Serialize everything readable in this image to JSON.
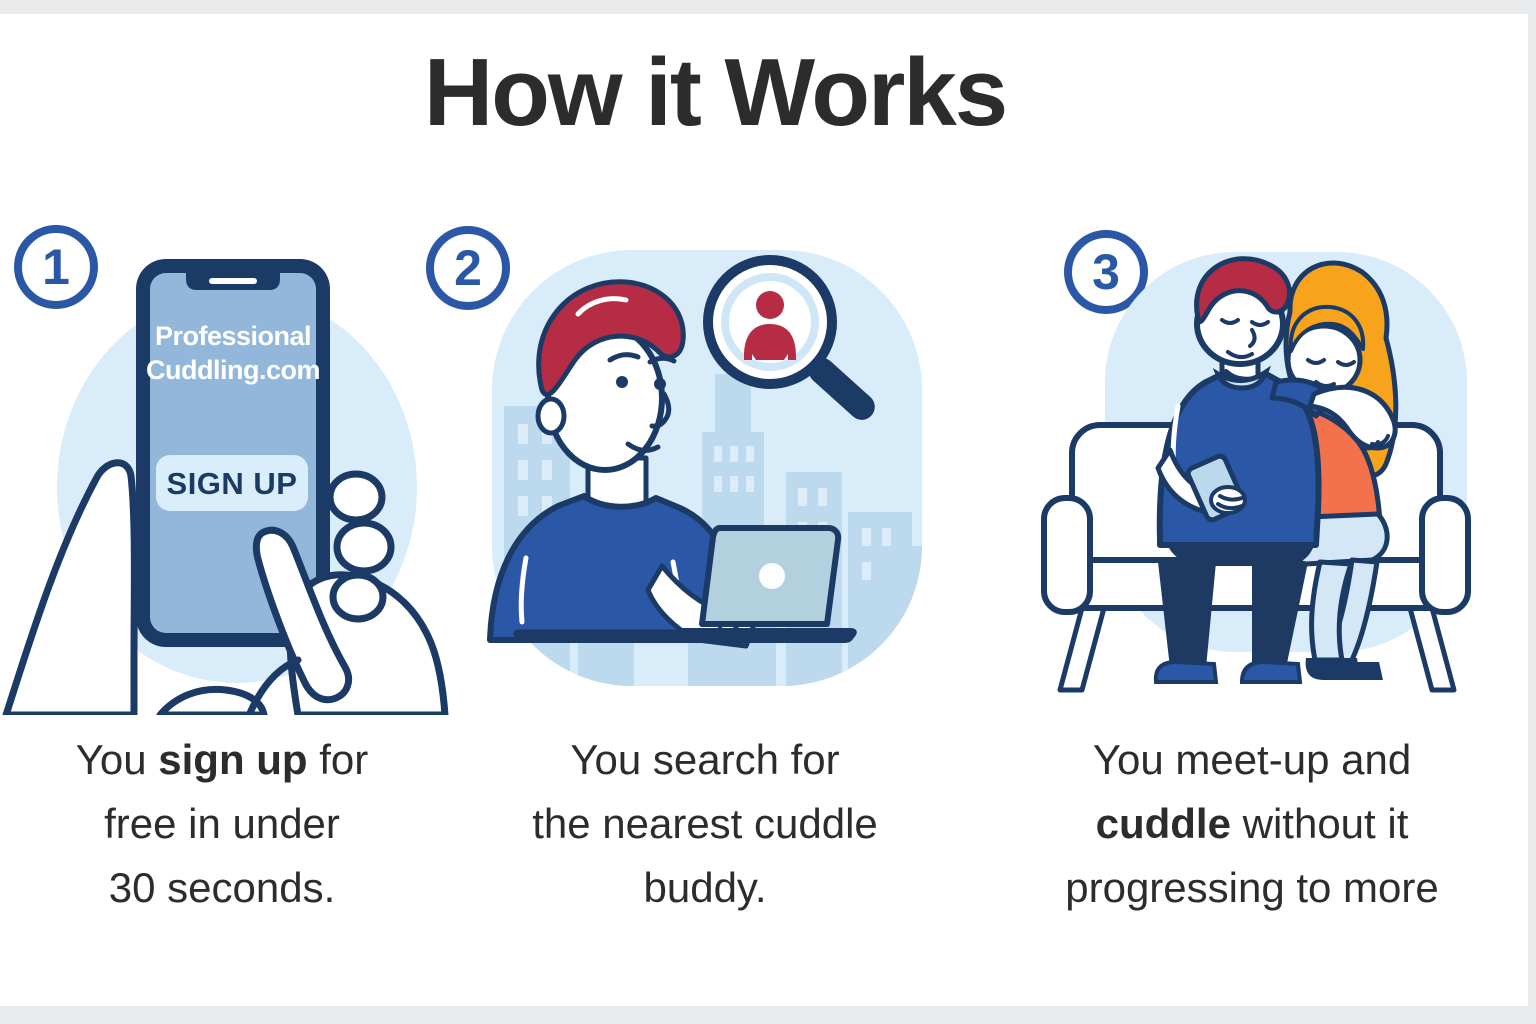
{
  "title": "How it Works",
  "colors": {
    "navy": "#1b3a66",
    "blue": "#2b57a7",
    "red": "#b52c44",
    "orange_hair": "#f7a31c",
    "orange_shirt": "#f3714b",
    "light_blue": "#d9ecfa",
    "sky": "#bcd9ee",
    "screen_blue": "#92b7db",
    "button_blue": "#daedfb",
    "jeans": "#d3e7f6",
    "text_dark": "#2c2c2c",
    "frame_gray": "#e9ebed"
  },
  "steps": [
    {
      "number": "1",
      "phone": {
        "brand_line1": "Professional",
        "brand_line2": "Cuddling.com",
        "signup_button": "SIGN UP"
      },
      "caption": {
        "lines": [
          {
            "pre": "You ",
            "bold": "sign up",
            "post": " for"
          },
          {
            "pre": "free in under"
          },
          {
            "pre": "30 seconds."
          }
        ]
      }
    },
    {
      "number": "2",
      "caption": {
        "lines": [
          {
            "pre": "You search for"
          },
          {
            "pre": "the nearest cuddle"
          },
          {
            "pre": "buddy."
          }
        ]
      }
    },
    {
      "number": "3",
      "caption": {
        "lines": [
          {
            "pre": "You meet-up and"
          },
          {
            "pre": "",
            "bold": "cuddle",
            "post": " without it"
          },
          {
            "pre": "progressing to more"
          }
        ]
      }
    }
  ]
}
